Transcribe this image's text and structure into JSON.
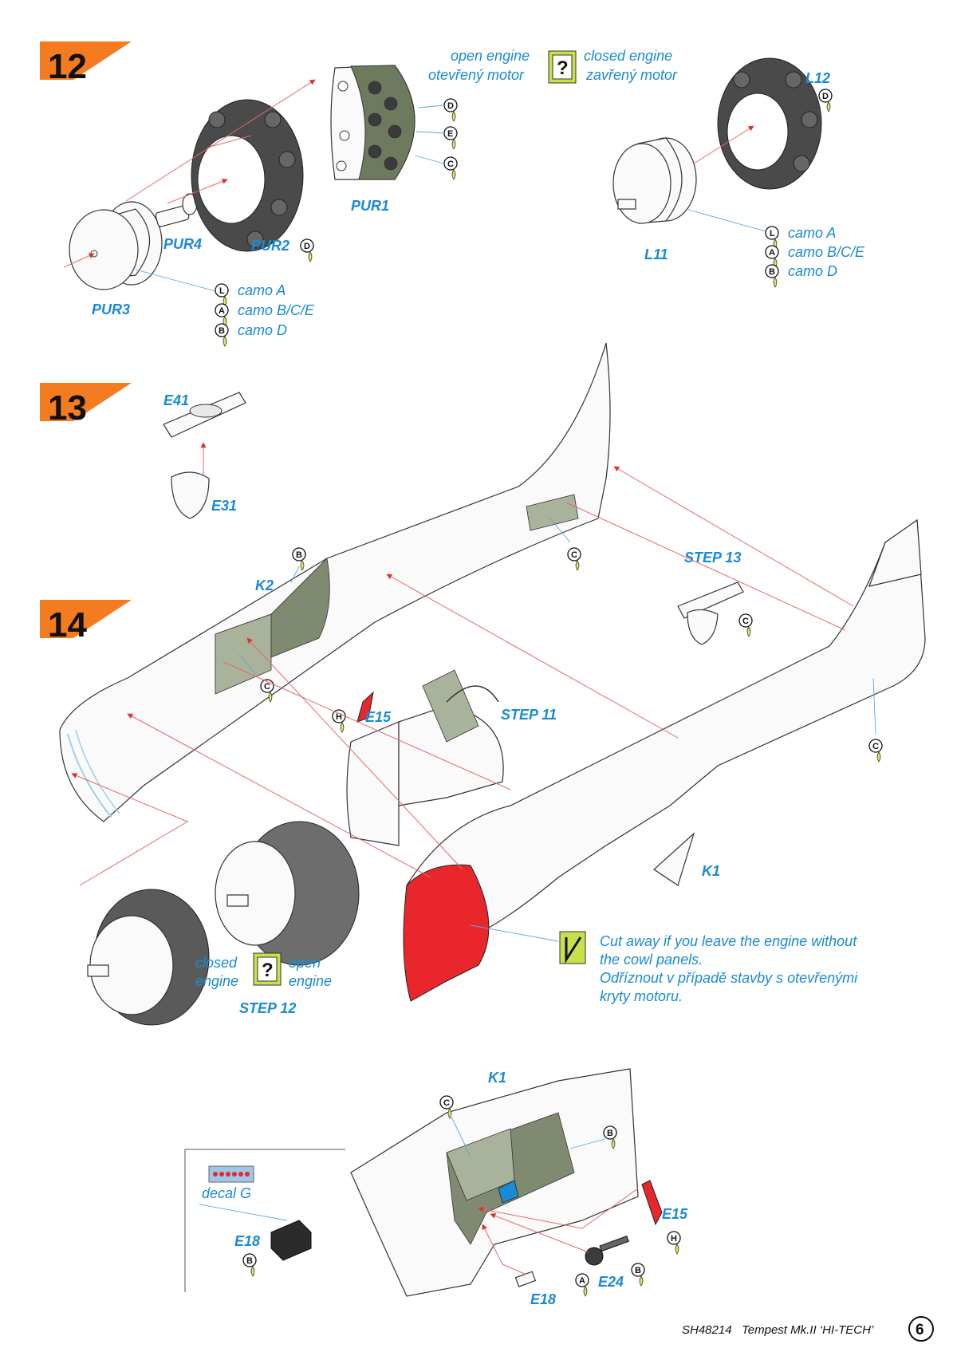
{
  "steps": {
    "s12": "12",
    "s13": "13",
    "s14": "14"
  },
  "step12": {
    "open_engine_en": "open engine",
    "open_engine_cz": "otevřený motor",
    "closed_engine_en": "closed engine",
    "closed_engine_cz": "zavřený motor",
    "question_mark": "?",
    "pur1": "PUR1",
    "pur2": "PUR2",
    "pur3": "PUR3",
    "pur4": "PUR4",
    "l11": "L11",
    "l12": "L12",
    "paint_d": "D",
    "paint_e": "E",
    "paint_c": "C",
    "paint_l": "L",
    "paint_a": "A",
    "paint_b": "B",
    "camo_a": "camo A",
    "camo_bce": "camo B/C/E",
    "camo_d": "camo D"
  },
  "step13": {
    "e41": "E41",
    "e31": "E31"
  },
  "step14": {
    "k2": "K2",
    "k1": "K1",
    "e15": "E15",
    "step11": "STEP 11",
    "step12": "STEP 12",
    "step13": "STEP 13",
    "closed": "closed",
    "engine_a": "engine",
    "open": "open",
    "engine_b": "engine",
    "question_mark": "?",
    "paint_b": "B",
    "paint_c": "C",
    "paint_h": "H",
    "cut_line1": "Cut away if you leave the engine without",
    "cut_line2": "the cowl panels.",
    "cut_line3": "Odříznout v případě stavby s otevřenými",
    "cut_line4": "kryty motoru."
  },
  "detail": {
    "k1": "K1",
    "decal": "decal G",
    "e18a": "E18",
    "e18b": "E18",
    "e15": "E15",
    "e24": "E24",
    "paint_b": "B",
    "paint_c": "C",
    "paint_h": "H",
    "paint_a": "A"
  },
  "footer": {
    "code": "SH48214",
    "title": "Tempest Mk.II ‘HI-TECH’",
    "page": "6"
  },
  "colors": {
    "step_banner": "#f47b20",
    "label_blue": "#1a8ad4",
    "cockpit_green": "#a9b29a",
    "cut_red": "#e8262c",
    "hint_yellow": "#c8e04a"
  }
}
